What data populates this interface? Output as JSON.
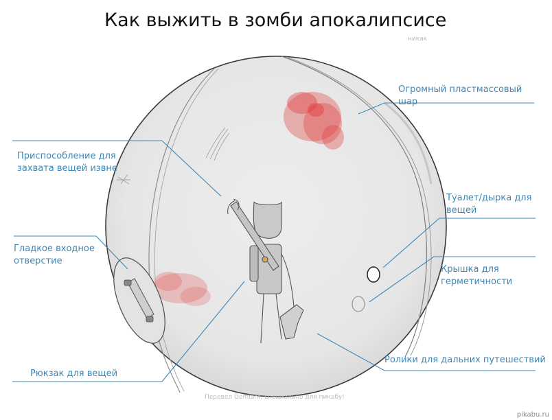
{
  "title": "Как выжить в зомби апокалипсисе",
  "subtitle": "никак",
  "labels": {
    "ball": "Огромный пластмассовый\nшар",
    "grabber": "Приспособление для\nзахвата вещей извне",
    "toilet": "Туалет/дырка для\nвещей",
    "entrance": "Гладкое входное\nотверстие",
    "lid": "Крышка для\nгерметичности",
    "rollers": "Ролики для дальних путешествий",
    "backpack": "Рюкзак для вещей"
  },
  "credit": "Перевел Demiant, специально для пикабу!",
  "watermark": "pikabu.ru",
  "colors": {
    "label": "#3b87b8",
    "leader_line": "#3b87b8",
    "ball_outline": "#444444",
    "ball_fill": "#e8e8e8",
    "blood": "#e03c3c"
  }
}
